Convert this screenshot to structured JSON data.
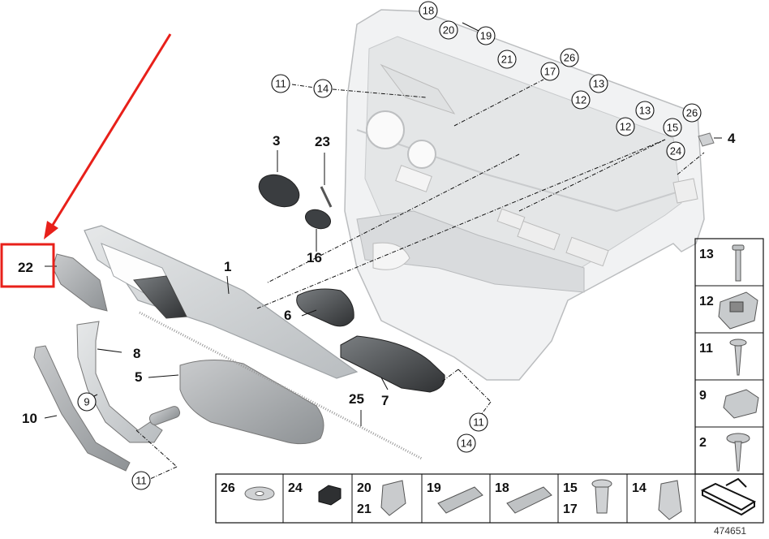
{
  "diagram_id": "474651",
  "highlight": {
    "color": "#e8201a",
    "label": "22"
  },
  "plain_callouts": [
    {
      "label": "22",
      "name": "callout-22"
    },
    {
      "label": "1",
      "name": "callout-1"
    },
    {
      "label": "3",
      "name": "callout-3"
    },
    {
      "label": "23",
      "name": "callout-23"
    },
    {
      "label": "16",
      "name": "callout-16"
    },
    {
      "label": "4",
      "name": "callout-4"
    },
    {
      "label": "6",
      "name": "callout-6"
    },
    {
      "label": "8",
      "name": "callout-8"
    },
    {
      "label": "5",
      "name": "callout-5"
    },
    {
      "label": "10",
      "name": "callout-10"
    },
    {
      "label": "7",
      "name": "callout-7"
    },
    {
      "label": "25",
      "name": "callout-25"
    }
  ],
  "circled_callouts": [
    {
      "label": "18",
      "name": "circle-18"
    },
    {
      "label": "20",
      "name": "circle-20"
    },
    {
      "label": "19",
      "name": "circle-19"
    },
    {
      "label": "21",
      "name": "circle-21"
    },
    {
      "label": "26",
      "name": "circle-26-a"
    },
    {
      "label": "17",
      "name": "circle-17"
    },
    {
      "label": "11",
      "name": "circle-11-a"
    },
    {
      "label": "14",
      "name": "circle-14-a"
    },
    {
      "label": "13",
      "name": "circle-13-a"
    },
    {
      "label": "12",
      "name": "circle-12-a"
    },
    {
      "label": "13",
      "name": "circle-13-b"
    },
    {
      "label": "12",
      "name": "circle-12-b"
    },
    {
      "label": "26",
      "name": "circle-26-b"
    },
    {
      "label": "15",
      "name": "circle-15"
    },
    {
      "label": "24",
      "name": "circle-24"
    },
    {
      "label": "9",
      "name": "circle-9"
    },
    {
      "label": "11",
      "name": "circle-11-b"
    },
    {
      "label": "14",
      "name": "circle-14-b"
    },
    {
      "label": "11",
      "name": "circle-11-c"
    }
  ],
  "legend_right": [
    "13",
    "12",
    "11",
    "9",
    "2"
  ],
  "legend_bottom": [
    {
      "labels": [
        "26"
      ]
    },
    {
      "labels": [
        "24"
      ]
    },
    {
      "labels": [
        "20",
        "21"
      ]
    },
    {
      "labels": [
        "19"
      ]
    },
    {
      "labels": [
        "18"
      ]
    },
    {
      "labels": [
        "15",
        "17"
      ]
    },
    {
      "labels": [
        "14"
      ]
    }
  ]
}
